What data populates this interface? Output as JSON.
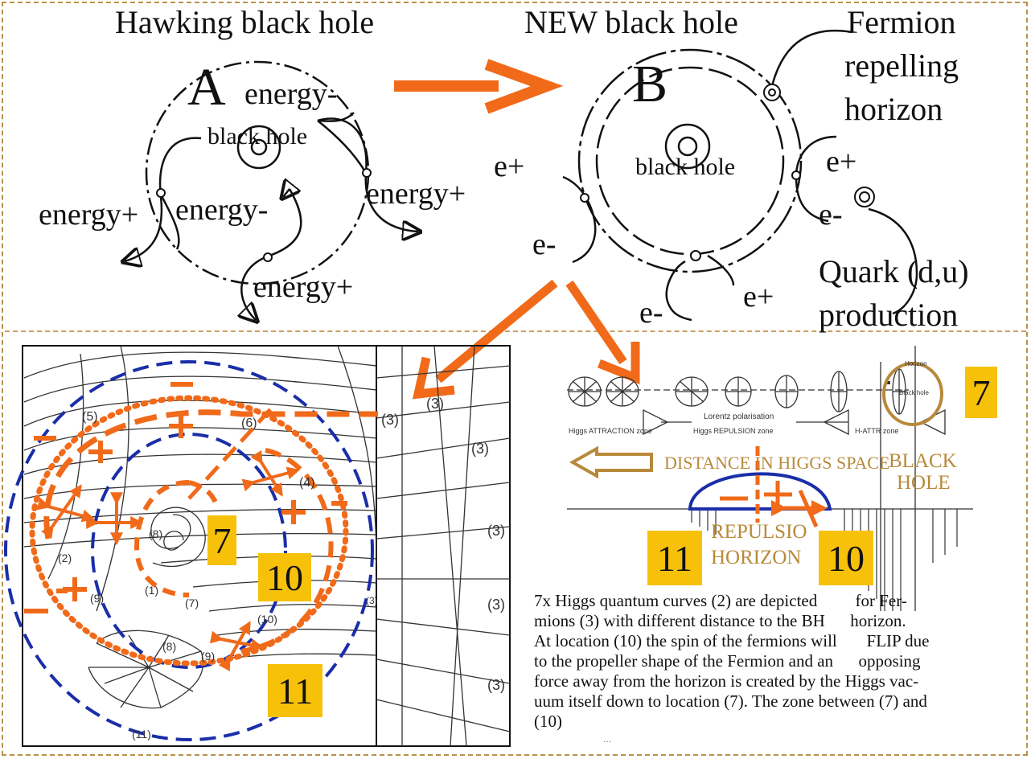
{
  "top": {
    "title_a": "Hawking black hole",
    "title_b": "NEW black hole",
    "fermion_line1": "Fermion",
    "fermion_line2": "repelling",
    "fermion_line3": "horizon",
    "letter_a": "A",
    "letter_b": "B",
    "a_energy_minus_top": "energy-",
    "a_black_hole": "black hole",
    "a_energy_plus_left": "energy+",
    "a_energy_minus_mid": "energy-",
    "a_energy_plus_right": "energy+",
    "a_energy_plus_bottom": "energy+",
    "b_black_hole": "black hole",
    "b_e_plus_left": "e+",
    "b_e_minus_left": "e-",
    "b_e_plus_right": "e+",
    "b_e_minus_right": "e-",
    "b_e_minus_bottom": "e-",
    "b_e_plus_bottom": "e+",
    "quark_line1": "Quark (d,u)",
    "quark_line2": "production"
  },
  "left_panel": {
    "badge_7": "7",
    "badge_10": "10",
    "badge_11": "11",
    "curve_labels": [
      "(5)",
      "(6)",
      "(4)",
      "(3)",
      "(3)",
      "(3)",
      "(3)",
      "(3)",
      "(3)",
      "(2)",
      "(9)",
      "(1)",
      "(7)",
      "(8)",
      "(10)",
      "(8)",
      "(9)",
      "(11)",
      "(3)"
    ]
  },
  "right_panel": {
    "badge_7": "7",
    "badge_11": "11",
    "badge_10": "10",
    "distance_label": "DISTANCE IN HIGGS SPACE",
    "black_hole_line1": "BLACK",
    "black_hole_line2": "HOLE",
    "repulsion_line1": "REPULSIO",
    "repulsion_line2": "HORIZON",
    "small_attraction": "Higgs ATTRACTION zone",
    "small_repulsion": "Higgs REPULSION zone",
    "small_lorentz": "Lorentz polarisation",
    "small_hattr": "H-ATTR zone",
    "small_blackhole": "Black hole",
    "small_horizon": "Horizon",
    "caption_lines": [
      "7x Higgs quantum curves (2) are depicted         for Fer-",
      "mions (3) with different distance to the BH      horizon.",
      "At location (10) the spin of the fermions will       FLIP due",
      "to the propeller shape of the Fermion and an      opposing",
      "force away from the horizon is created by the Higgs vac-",
      "uum itself down to location (7). The zone between (7) and",
      "(10)"
    ],
    "caption_trailer": "..."
  },
  "colors": {
    "orange": "#f06a1a",
    "yellow_badge": "#f7c10a",
    "blue_dashed": "#1a2ea8",
    "gold_text": "#b8893a",
    "frame": "#c9a060"
  }
}
